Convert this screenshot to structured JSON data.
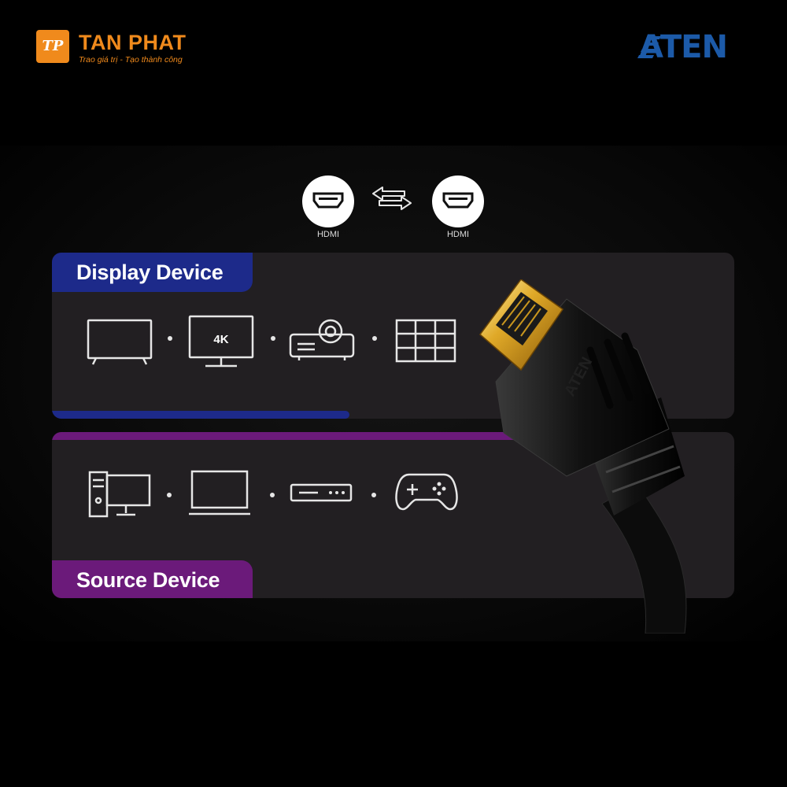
{
  "brand": {
    "left_mark": "TP",
    "left_name": "TAN PHAT",
    "left_tagline": "Trao giá trị - Tạo thành công",
    "left_color": "#f08a1c",
    "right_name": "ATEN",
    "right_color": "#1c5aa8"
  },
  "ports": [
    {
      "label": "HDMI",
      "icon": "hdmi-port-icon"
    },
    {
      "label": "HDMI",
      "icon": "hdmi-port-icon"
    }
  ],
  "swap_icon": "bidirectional-arrows-icon",
  "display_panel": {
    "title": "Display Device",
    "color": "#1d2a8a",
    "devices": [
      {
        "icon": "tv-icon"
      },
      {
        "icon": "4k-monitor-icon",
        "label": "4K"
      },
      {
        "icon": "projector-icon"
      },
      {
        "icon": "video-wall-icon"
      }
    ]
  },
  "source_panel": {
    "title": "Source Device",
    "color": "#6b1a7a",
    "devices": [
      {
        "icon": "desktop-pc-icon"
      },
      {
        "icon": "laptop-icon"
      },
      {
        "icon": "media-player-icon"
      },
      {
        "icon": "gamepad-icon"
      }
    ]
  },
  "cable": {
    "icon": "hdmi-cable-connector-icon",
    "engraving": "ATEN"
  }
}
